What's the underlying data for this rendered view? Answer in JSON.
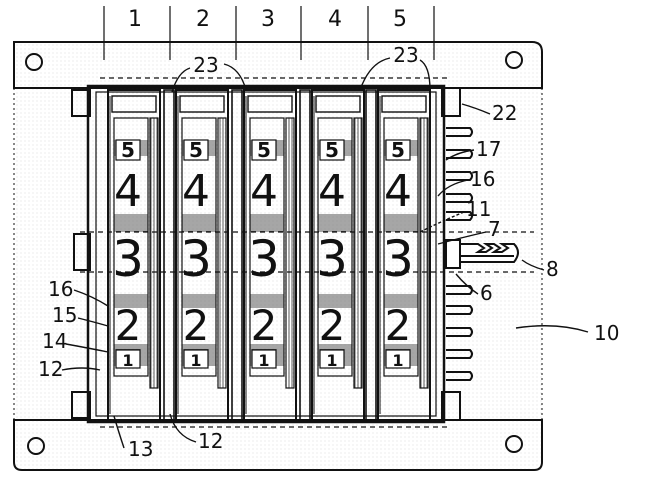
{
  "figure": {
    "column_numbers": [
      "1",
      "2",
      "3",
      "4",
      "5"
    ],
    "digits": [
      "5",
      "4",
      "3",
      "2",
      "1"
    ],
    "labels": {
      "l23a": "23",
      "l23b": "23",
      "l22": "22",
      "l17": "17",
      "l16r": "16",
      "l11": "11",
      "l7": "7",
      "l8": "8",
      "l6": "6",
      "l10": "10",
      "l16l": "16",
      "l15": "15",
      "l14": "14",
      "l12l": "12",
      "l13": "13",
      "l12b": "12"
    }
  },
  "colors": {
    "ink": "#111111",
    "paper": "#ffffff"
  }
}
